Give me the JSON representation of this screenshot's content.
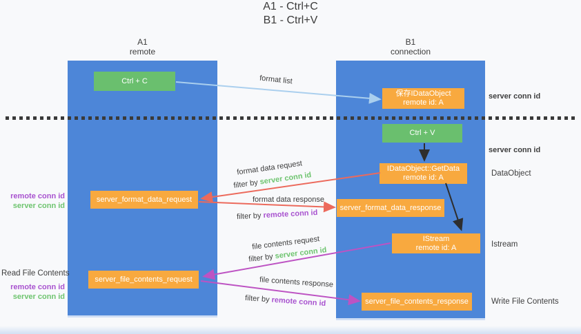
{
  "title": {
    "line1": "A1 - Ctrl+C",
    "line2": "B1 - Ctrl+V"
  },
  "columns": {
    "left": {
      "id": "A1",
      "role": "remote"
    },
    "right": {
      "id": "B1",
      "role": "connection"
    }
  },
  "nodes": {
    "ctrl_c": {
      "label": "Ctrl + C"
    },
    "save_idataobject": {
      "line1": "保存IDataObject",
      "line2": "remote id: A"
    },
    "ctrl_v": {
      "label": "Ctrl + V"
    },
    "getdata": {
      "line1": "IDataObject::GetData",
      "line2": "remote id: A"
    },
    "format_request": {
      "label": "server_format_data_request"
    },
    "format_response": {
      "label": "server_format_data_response"
    },
    "istream": {
      "line1": "IStream",
      "line2": "remote id: A"
    },
    "file_request": {
      "label": "server_file_contents_request"
    },
    "file_response": {
      "label": "server_file_contents_response"
    }
  },
  "arrow_labels": {
    "format_list": "format list",
    "format_data_request": "format data request",
    "filter_by_server_1": {
      "prefix": "filter by ",
      "highlight": "server conn id"
    },
    "format_data_response": "format data response",
    "filter_by_remote_1": {
      "prefix": "filter by ",
      "highlight": "remote conn id"
    },
    "file_contents_request": "file contents request",
    "filter_by_server_2": {
      "prefix": "filter by ",
      "highlight": "server conn id"
    },
    "file_contents_response": "file contents response",
    "filter_by_remote_2": {
      "prefix": "filter by ",
      "highlight": "remote conn id"
    }
  },
  "side_labels": {
    "left": {
      "pair1": {
        "remote": "remote conn id",
        "server": "server conn id"
      },
      "read_file": "Read File Contents",
      "pair2": {
        "remote": "remote conn id",
        "server": "server conn id"
      }
    },
    "right": {
      "server_conn_1": "server conn id",
      "server_conn_2": "server conn id",
      "dataobject": "DataObject",
      "istream": "Istream",
      "write_file": "Write File Contents"
    }
  },
  "colors": {
    "column_blue": "#4d86d8",
    "node_green": "#6abf6e",
    "node_orange": "#f8a93f",
    "arrow_light_blue": "#aacfee",
    "arrow_black": "#2e2e2e",
    "arrow_salmon": "#ec6a5c",
    "arrow_magenta": "#bd53c3",
    "label_green": "#6ec46f",
    "label_purple": "#a852cf",
    "text_dark": "#3d3d3d",
    "background": "#f8f9fb"
  }
}
